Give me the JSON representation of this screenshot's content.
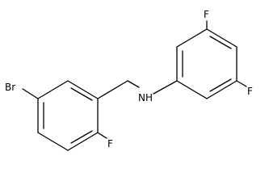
{
  "structure": {
    "atoms": [
      {
        "id": "Br",
        "label": "Br"
      },
      {
        "id": "F_ortho",
        "label": "F"
      },
      {
        "id": "NH",
        "label": "NH"
      },
      {
        "id": "F_top",
        "label": "F"
      },
      {
        "id": "F_right",
        "label": "F"
      }
    ]
  }
}
